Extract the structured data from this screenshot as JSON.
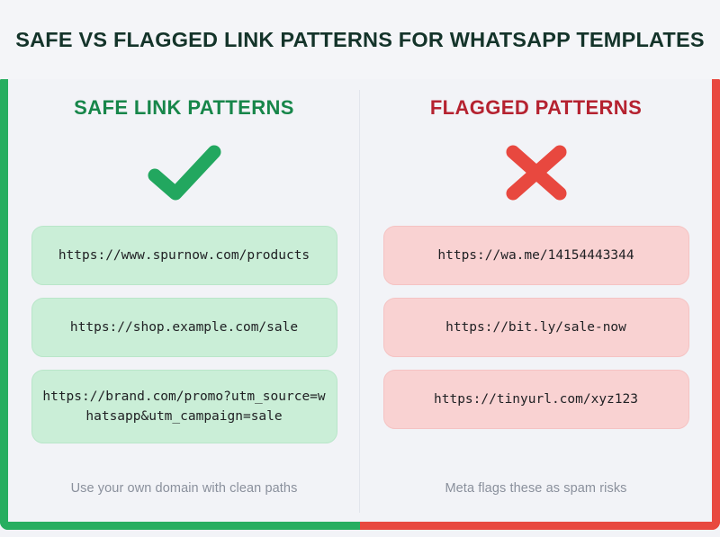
{
  "title": "SAFE VS FLAGGED LINK PATTERNS FOR WHATSAPP TEMPLATES",
  "colors": {
    "background": "#f2f3f7",
    "title_text": "#14342a",
    "safe_accent": "#27ae60",
    "flagged_accent": "#e8483f",
    "safe_header_text": "#17864a",
    "flagged_header_text": "#b52230",
    "safe_pill_bg": "#caeed7",
    "flagged_pill_bg": "#f9d2d2",
    "pill_text": "#202124",
    "caption_text": "#8a909c",
    "divider": "#e2e5ec"
  },
  "columns": {
    "safe": {
      "header": "SAFE LINK PATTERNS",
      "icon": "check-mark-icon",
      "items": [
        "https://www.spurnow.com/products",
        "https://shop.example.com/sale",
        "https://brand.com/promo?utm_source=whatsapp&utm_campaign=sale"
      ],
      "caption": "Use your own domain with clean paths"
    },
    "flagged": {
      "header": "FLAGGED PATTERNS",
      "icon": "cross-mark-icon",
      "items": [
        "https://wa.me/14154443344",
        "https://bit.ly/sale-now",
        "https://tinyurl.com/xyz123"
      ],
      "caption": "Meta flags these as spam risks"
    }
  }
}
